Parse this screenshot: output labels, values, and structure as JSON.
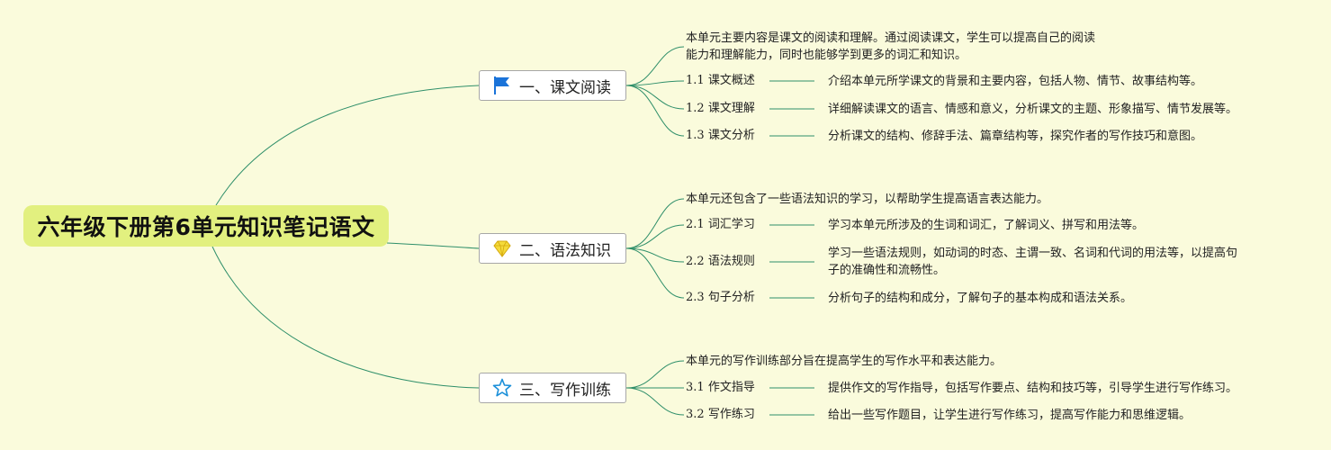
{
  "root": {
    "title": "六年级下册第6单元知识笔记语文"
  },
  "branches": [
    {
      "title": "一、课文阅读",
      "icon": "flag-icon",
      "summary": [
        "本单元主要内容是课文的阅读和理解。通过阅读课文，学生可以提高自己的阅读",
        "能力和理解能力，同时也能够学到更多的词汇和知识。"
      ],
      "items": [
        {
          "num": "1.1",
          "label": "课文概述",
          "detail": [
            "介绍本单元所学课文的背景和主要内容，包括人物、情节、故事结构等。"
          ]
        },
        {
          "num": "1.2",
          "label": "课文理解",
          "detail": [
            "详细解读课文的语言、情感和意义，分析课文的主题、形象描写、情节发展等。"
          ]
        },
        {
          "num": "1.3",
          "label": "课文分析",
          "detail": [
            "分析课文的结构、修辞手法、篇章结构等，探究作者的写作技巧和意图。"
          ]
        }
      ]
    },
    {
      "title": "二、语法知识",
      "icon": "diamond-icon",
      "summary": [
        "本单元还包含了一些语法知识的学习，以帮助学生提高语言表达能力。"
      ],
      "items": [
        {
          "num": "2.1",
          "label": "词汇学习",
          "detail": [
            "学习本单元所涉及的生词和词汇，了解词义、拼写和用法等。"
          ]
        },
        {
          "num": "2.2",
          "label": "语法规则",
          "detail": [
            "学习一些语法规则，如动词的时态、主谓一致、名词和代词的用法等，以提高句",
            "子的准确性和流畅性。"
          ]
        },
        {
          "num": "2.3",
          "label": "句子分析",
          "detail": [
            "分析句子的结构和成分，了解句子的基本构成和语法关系。"
          ]
        }
      ]
    },
    {
      "title": "三、写作训练",
      "icon": "star-icon",
      "summary": [
        "本单元的写作训练部分旨在提高学生的写作水平和表达能力。"
      ],
      "items": [
        {
          "num": "3.1",
          "label": "作文指导",
          "detail": [
            "提供作文的写作指导，包括写作要点、结构和技巧等，引导学生进行写作练习。"
          ]
        },
        {
          "num": "3.2",
          "label": "写作练习",
          "detail": [
            "给出一些写作题目，让学生进行写作练习，提高写作能力和思维逻辑。"
          ]
        }
      ]
    }
  ],
  "colors": {
    "background": "#fafbdc",
    "root_fill": "#e2f07f",
    "edge": "#2f8f6a",
    "flag": "#1a73d9",
    "diamond": "#e8c51c",
    "star": "#1a8fd9"
  }
}
